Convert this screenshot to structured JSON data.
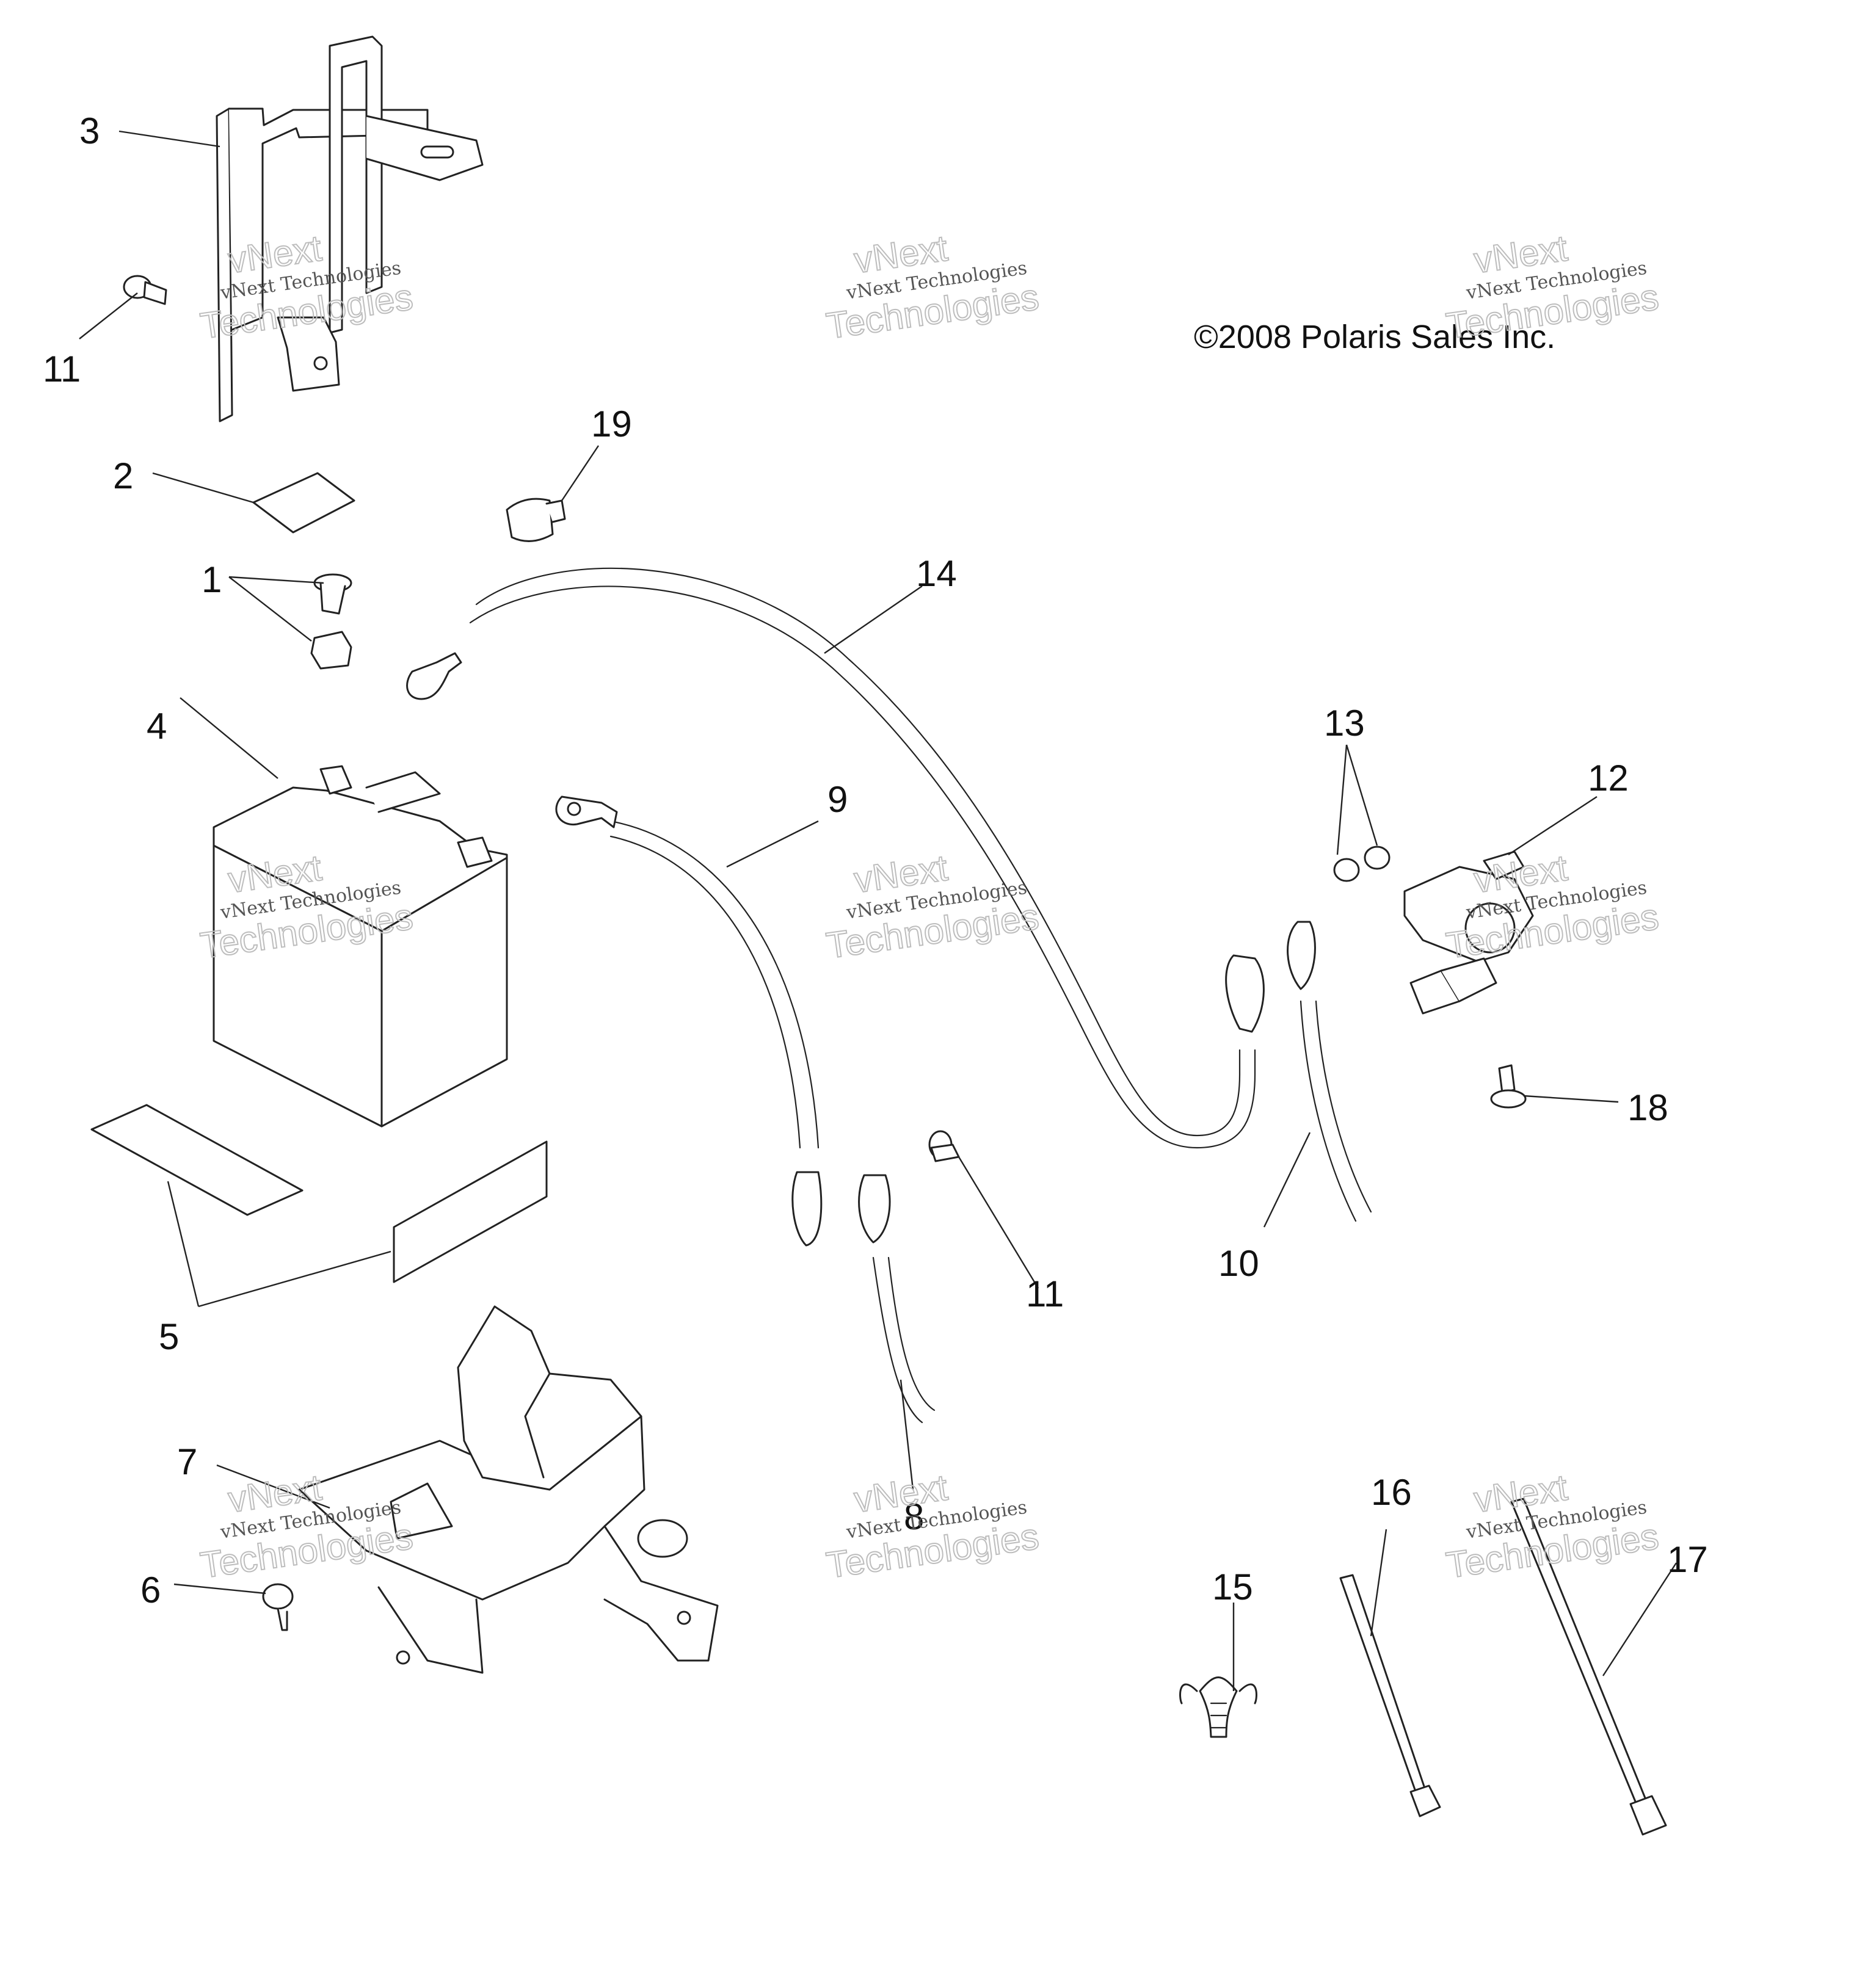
{
  "copyright": "©2008 Polaris Sales Inc.",
  "watermark": {
    "line1": "vNext Technologies",
    "line2": "vNext",
    "line3": "Technologies"
  },
  "callouts": {
    "c1": "1",
    "c2": "2",
    "c3": "3",
    "c4": "4",
    "c5": "5",
    "c6": "6",
    "c7": "7",
    "c8": "8",
    "c9": "9",
    "c10": "10",
    "c11a": "11",
    "c11b": "11",
    "c12": "12",
    "c13": "13",
    "c14": "14",
    "c15": "15",
    "c16": "16",
    "c17": "17",
    "c18": "18",
    "c19": "19"
  }
}
